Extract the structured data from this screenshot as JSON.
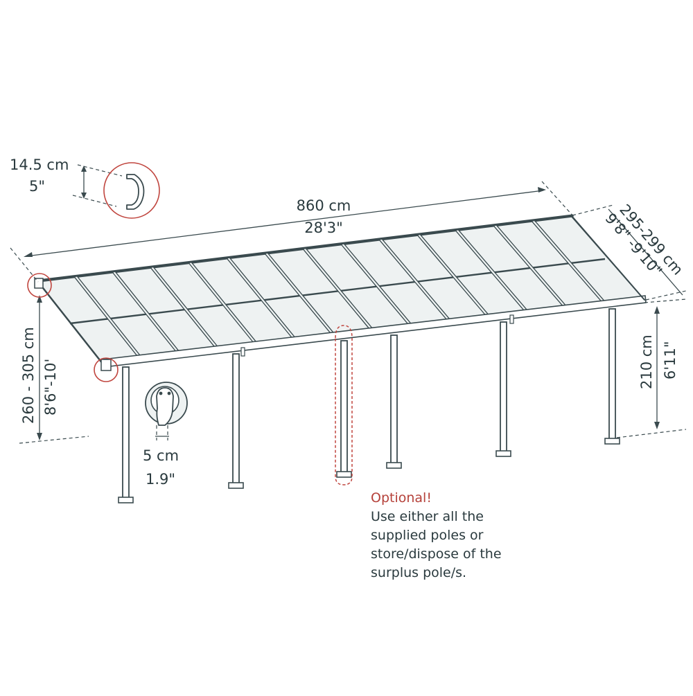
{
  "dimensions": {
    "length_metric": "860 cm",
    "length_imperial": "28'3\"",
    "depth_metric": "295-299 cm",
    "depth_imperial": "9'8\" -9'10\"",
    "wall_height_metric": "260 - 305 cm",
    "wall_height_imperial": "8'6\"-10'",
    "front_height_metric": "210 cm",
    "front_height_imperial": "6'11\"",
    "profile_height_metric": "14.5 cm",
    "profile_height_imperial": "5\"",
    "pole_width_metric": "5 cm",
    "pole_width_imperial": "1.9\""
  },
  "note": {
    "title": "Optional!",
    "lines": [
      "Use either all the",
      "supplied poles or",
      "store/dispose of the",
      "surplus pole/s."
    ]
  },
  "colors": {
    "line": "#3a4a4e",
    "accent_red": "#c0453e",
    "panel_fill": "#eef2f2"
  },
  "icons": [
    "gutter-profile-detail",
    "wall-bracket-detail",
    "pole-connector-detail"
  ]
}
